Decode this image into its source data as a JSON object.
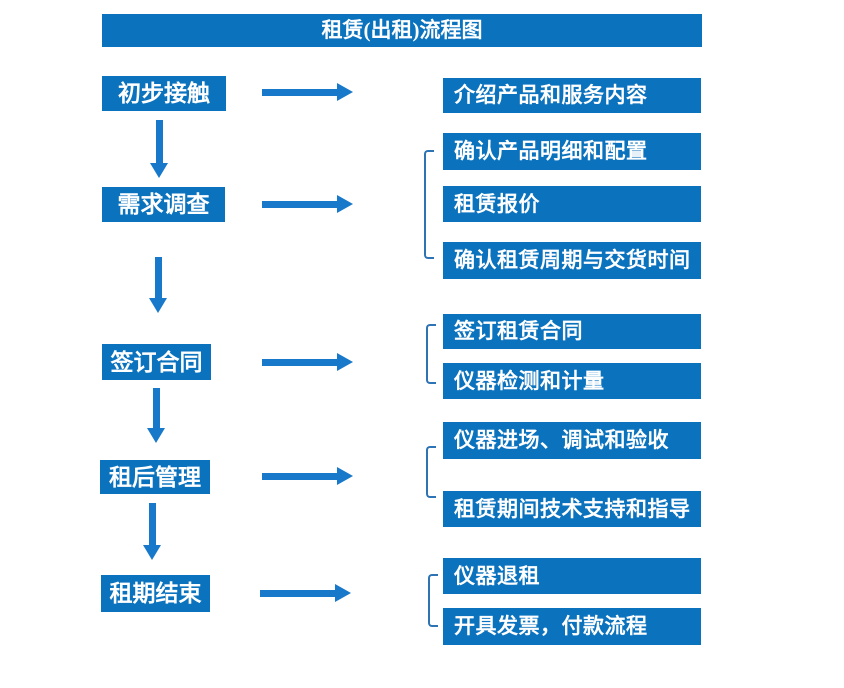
{
  "title": "租赁(出租)流程图",
  "colors": {
    "box_blue": "#0b72be",
    "arrow_blue": "#1878ca",
    "bracket_blue": "#2e74b5",
    "text_white": "#ffffff",
    "background": "#ffffff"
  },
  "left_steps": [
    {
      "label": "初步接触"
    },
    {
      "label": "需求调查"
    },
    {
      "label": "签订合同"
    },
    {
      "label": "租后管理"
    },
    {
      "label": "租期结束"
    }
  ],
  "right_items": [
    {
      "label": "介绍产品和服务内容"
    },
    {
      "label": "确认产品明细和配置"
    },
    {
      "label": "租赁报价"
    },
    {
      "label": "确认租赁周期与交货时间"
    },
    {
      "label": "签订租赁合同"
    },
    {
      "label": "仪器检测和计量"
    },
    {
      "label": "仪器进场、调试和验收"
    },
    {
      "label": "租赁期间技术支持和指导"
    },
    {
      "label": "仪器退租"
    },
    {
      "label": "开具发票，付款流程"
    }
  ]
}
